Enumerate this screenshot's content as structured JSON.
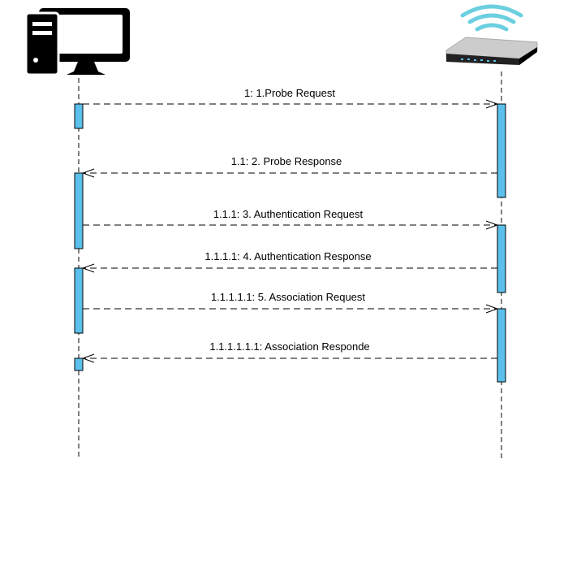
{
  "diagram": {
    "type": "sequence",
    "participants": [
      {
        "id": "client",
        "icon": "desktop-computer-icon"
      },
      {
        "id": "ap",
        "icon": "wifi-router-icon"
      }
    ],
    "messages": [
      {
        "label": "1: 1.Probe Request",
        "from": "client",
        "to": "ap"
      },
      {
        "label": "1.1: 2. Probe Response",
        "from": "ap",
        "to": "client"
      },
      {
        "label": "1.1.1: 3. Authentication Request",
        "from": "client",
        "to": "ap"
      },
      {
        "label": "1.1.1.1: 4. Authentication Response",
        "from": "ap",
        "to": "client"
      },
      {
        "label": "1.1.1.1.1: 5. Association Request",
        "from": "client",
        "to": "ap"
      },
      {
        "label": "1.1.1.1.1.1: Association Responde",
        "from": "ap",
        "to": "client"
      }
    ],
    "colors": {
      "activation_fill": "#5bc0eb",
      "line": "#000000",
      "wifi": "#6ccfe0",
      "router_body": "#cccccc",
      "router_dark": "#222222"
    }
  }
}
